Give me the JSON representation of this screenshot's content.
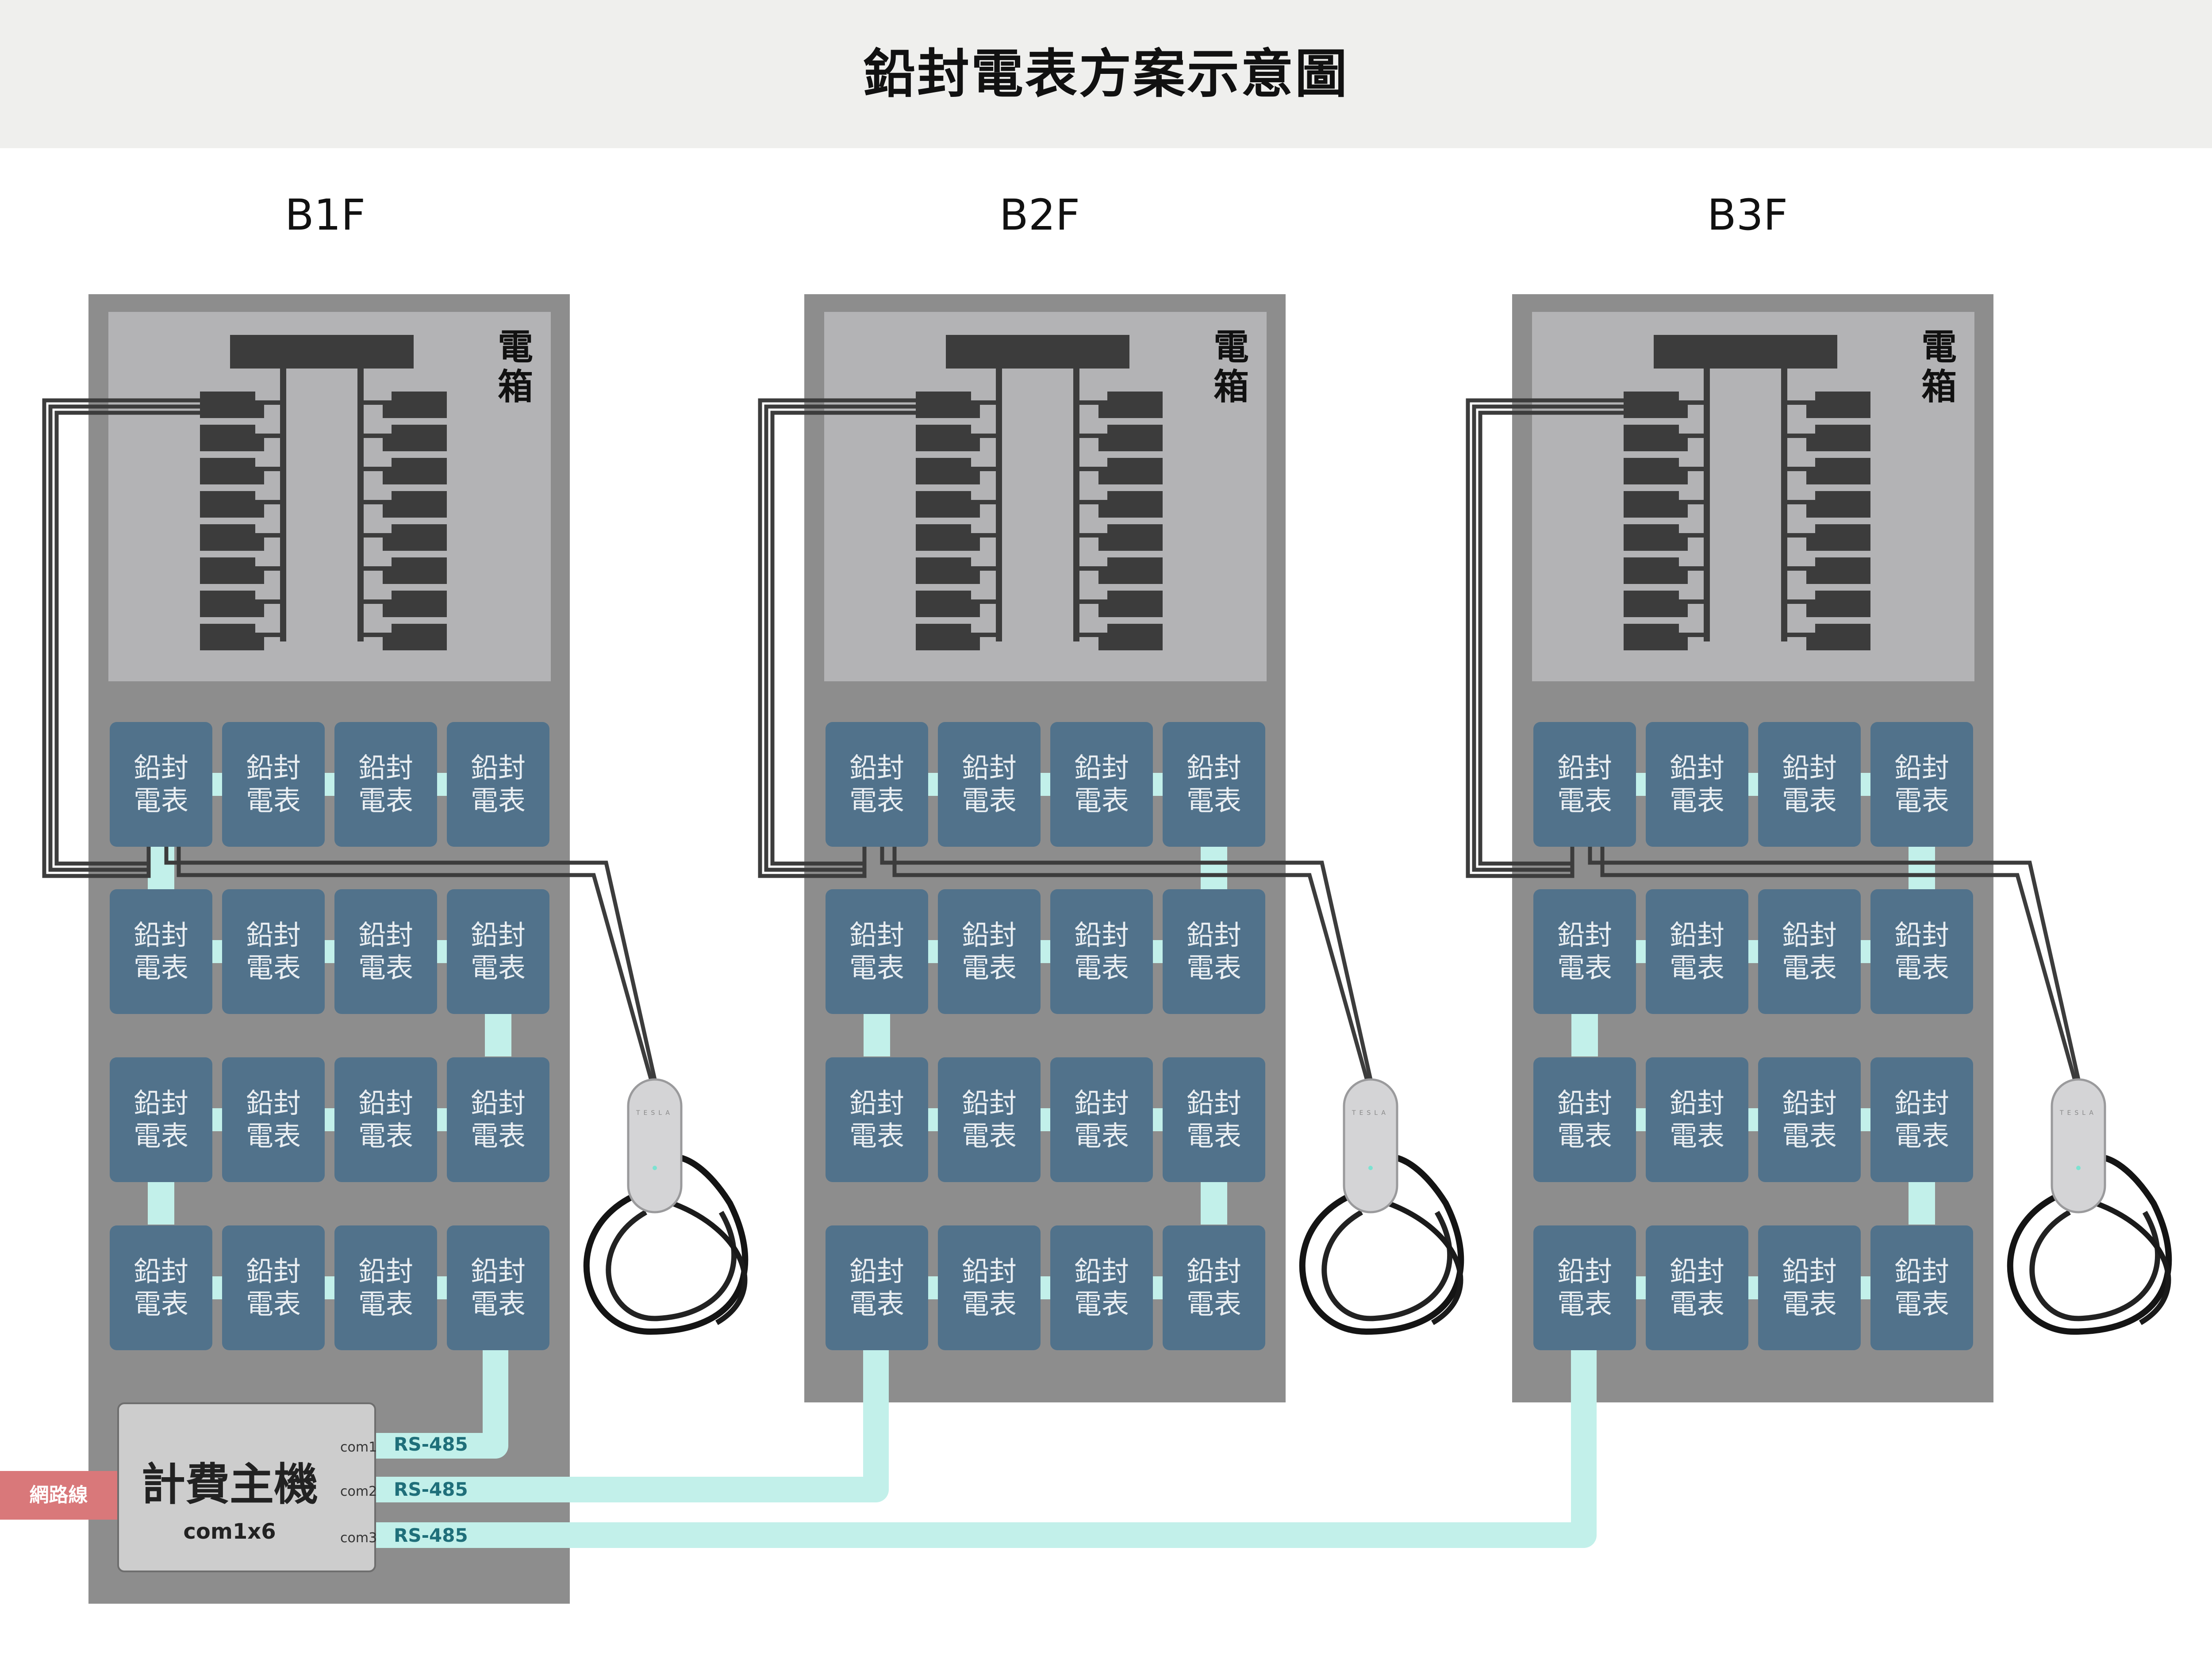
{
  "title": "鉛封電表方案示意圖",
  "floors": [
    {
      "label": "B1F",
      "box_label": [
        "電",
        "箱"
      ]
    },
    {
      "label": "B2F",
      "box_label": [
        "電",
        "箱"
      ]
    },
    {
      "label": "B3F",
      "box_label": [
        "電",
        "箱"
      ]
    }
  ],
  "meter_label": [
    "鉛封",
    "電表"
  ],
  "host": {
    "title": "計費主機",
    "subtitle": "com1x6"
  },
  "ports": [
    {
      "com": "com1",
      "protocol": "RS-485"
    },
    {
      "com": "com2",
      "protocol": "RS-485"
    },
    {
      "com": "com3",
      "protocol": "RS-485"
    }
  ],
  "network_label": "網路線",
  "charger_brand": "TESLA",
  "colors": {
    "header_bg": "#efefed",
    "panel": "#8d8d8d",
    "breaker_box": "#b3b3b5",
    "meter": "#51728b",
    "rs485_line": "#c2f0ea",
    "network": "#d9787a",
    "wire": "#3c3c3c"
  }
}
